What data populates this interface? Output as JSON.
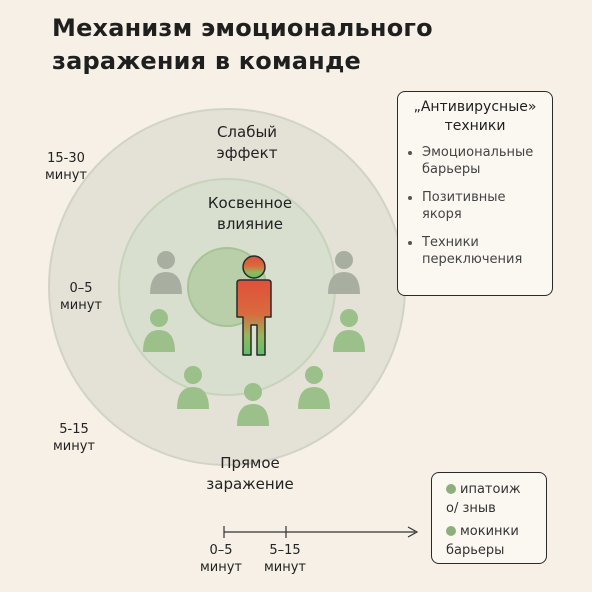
{
  "title": {
    "line1": "Механизм эмоционального",
    "line2": "заражения в команде"
  },
  "rings": {
    "outer_label_1": "Слабый",
    "outer_label_2": "эффект",
    "middle_label_1": "Косвенное",
    "middle_label_2": "влияние",
    "bottom_label_1": "Прямое",
    "bottom_label_2": "заражение"
  },
  "time_labels": {
    "t15_30": "15-30",
    "t15_30_unit": "минут",
    "t0_5": "0–5",
    "t0_5_unit": "минут",
    "t5_15": "5-15",
    "t5_15_unit": "минут"
  },
  "techniques": {
    "title_1": "„Антивирусные»",
    "title_2": "техники",
    "items": [
      {
        "line1": "Эмоциональные",
        "line2": "барьеры"
      },
      {
        "line1": "Позитивные",
        "line2": "якоря"
      },
      {
        "line1": "Техники",
        "line2": "переключения"
      }
    ]
  },
  "legend": {
    "row1": "ипатоиж",
    "row2": "о/ зныв",
    "row3": "мокинки",
    "row4": "барьеры",
    "dot_color": "#8fae7e"
  },
  "axis": {
    "tick1": "0–5",
    "tick1_unit": "минут",
    "tick2": "5–15",
    "tick2_unit": "минут"
  },
  "colors": {
    "outer_ring": "#e4e1d7",
    "middle_ring": "#d8dfcf",
    "inner_ring": "#b9cfaa",
    "person_gray": "#a9afa0",
    "person_green": "#9bc08a",
    "central_person_top": "#e0503a",
    "central_person_bottom": "#5fbf6a"
  },
  "icons": {
    "central_person": "person-icon",
    "team_member": "person-icon"
  }
}
